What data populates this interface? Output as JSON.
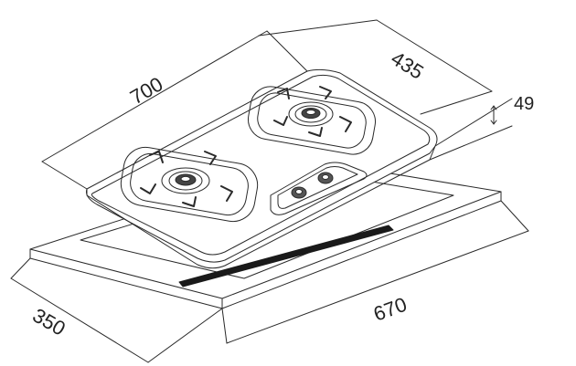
{
  "dimensions": {
    "length": "700",
    "depth": "435",
    "height": "49",
    "cutout_length": "670",
    "cutout_depth": "350"
  },
  "colors": {
    "line": "#2a2a2a",
    "panel_fill": "#ffffff",
    "shadow": "#1a1a1a"
  },
  "icons": [
    "burner-icon",
    "control-knob-icon",
    "pan-support-icon"
  ]
}
